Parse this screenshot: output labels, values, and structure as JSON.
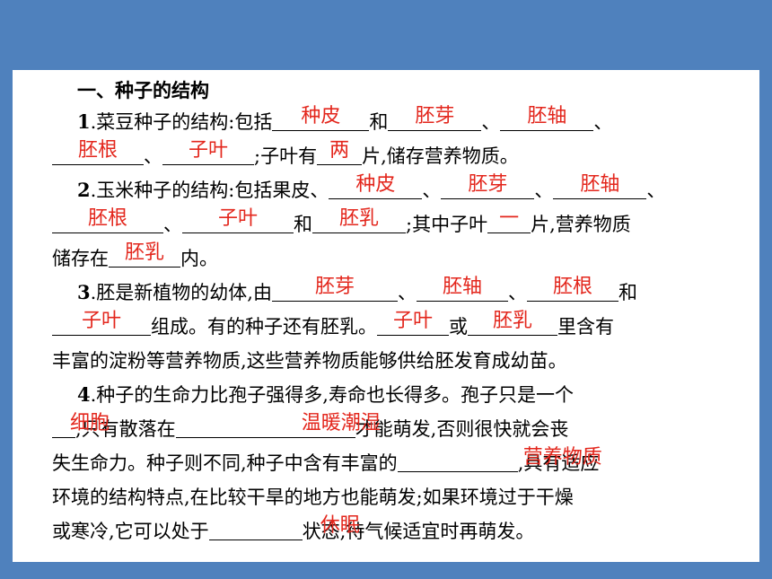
{
  "heading": "一、种子的结构",
  "answers": {
    "q1": [
      "种皮",
      "胚芽",
      "胚轴",
      "胚根",
      "子叶",
      "两"
    ],
    "q2": [
      "种皮",
      "胚芽",
      "胚轴",
      "胚根",
      "子叶",
      "胚乳",
      "一",
      "胚乳"
    ],
    "q3": [
      "胚芽",
      "胚轴",
      "胚根",
      "子叶",
      "子叶",
      "胚乳"
    ],
    "q4": [
      "细胞",
      "温暖潮湿",
      "营养物质",
      "休眠"
    ]
  },
  "text": {
    "q1_num": "1",
    "q1_a": ".菜豆种子的结构:包括",
    "q1_b": "和",
    "sep": "、",
    "q1_c": ";子叶有",
    "q1_d": "片,储存营养物质。",
    "q2_num": "2",
    "q2_a": ".玉米种子的结构:包括果皮、",
    "q2_b": "和",
    "q2_c": ";其中子叶",
    "q2_d": "片,营养物质",
    "q2_e": "储存在",
    "q2_f": "内。",
    "q3_num": "3",
    "q3_a": ".胚是新植物的幼体,由",
    "q3_b": "和",
    "q3_c": "组成。有的种子还有胚乳。",
    "q3_d": "或",
    "q3_e": "里含有",
    "q3_f": "丰富的淀粉等营养物质,这些营养物质能够供给胚发育成幼苗。",
    "q4_num": "4",
    "q4_a": ".种子的生命力比孢子强得多,寿命也长得多。孢子只是一个",
    "q4_b": ",只有散落在",
    "q4_c": "才能萌发,否则很快就会丧",
    "q4_d": "失生命力。种子则不同,种子中含有丰富的",
    "q4_e": ",具有适应",
    "q4_f": "环境的结构特点,在比较干旱的地方也能萌发;如果环境过于干燥",
    "q4_g": "或寒冷,它可以处于",
    "q4_h": "状态,待气候适宜时再萌发。"
  }
}
